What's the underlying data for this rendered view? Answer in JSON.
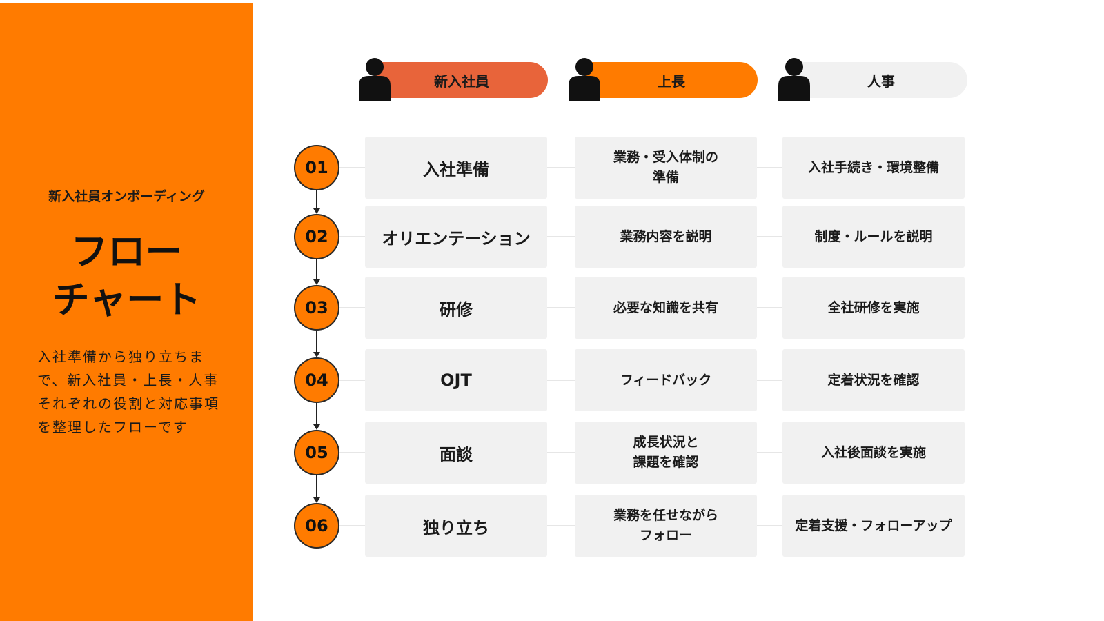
{
  "sidebar": {
    "subtitle": "新入社員オンボーディング",
    "title": "フロー\nチャート",
    "description": "入社準備から独り立ちまで、新入社員・上長・人事それぞれの役割と対応事項を整理したフローです"
  },
  "roles": [
    {
      "label": "新入社員",
      "color": "#e8643a"
    },
    {
      "label": "上長",
      "color": "#ff7b00"
    },
    {
      "label": "人事",
      "color": "#f1f1f1"
    }
  ],
  "steps": [
    {
      "number": "01",
      "employee": "入社準備",
      "manager": "業務・受入体制の\n準備",
      "hr": "入社手続き・環境整備"
    },
    {
      "number": "02",
      "employee": "オリエンテーション",
      "manager": "業務内容を説明",
      "hr": "制度・ルールを説明"
    },
    {
      "number": "03",
      "employee": "研修",
      "manager": "必要な知識を共有",
      "hr": "全社研修を実施"
    },
    {
      "number": "04",
      "employee": "OJT",
      "manager": "フィードバック",
      "hr": "定着状況を確認"
    },
    {
      "number": "05",
      "employee": "面談",
      "manager": "成長状況と\n課題を確認",
      "hr": "入社後面談を実施"
    },
    {
      "number": "06",
      "employee": "独り立ち",
      "manager": "業務を任せながら\nフォロー",
      "hr": "定着支援・フォローアップ"
    }
  ],
  "colors": {
    "accent": "#ff7b00",
    "cell_bg": "#f1f1f1"
  },
  "icons": {
    "role": "person-icon"
  }
}
